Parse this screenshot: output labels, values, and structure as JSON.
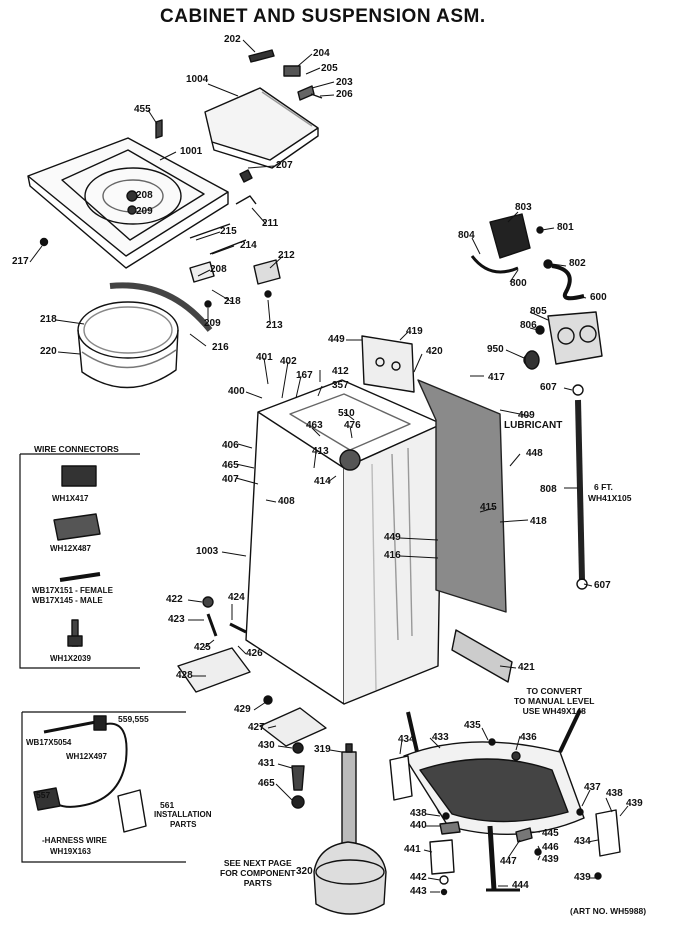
{
  "title": "CABINET AND SUSPENSION ASM.",
  "art_no": "(ART NO. WH5988)",
  "wire_connectors": {
    "title": "WIRE CONNECTORS",
    "items": [
      "WH1X417",
      "WH12X487",
      "WB17X151 - FEMALE",
      "WB17X145 - MALE",
      "WH1X2039"
    ]
  },
  "harness_box": {
    "wb": "WB17X5054",
    "wh": "WH12X497",
    "code": "559,555",
    "p557": "557",
    "p561": "561",
    "install": "INSTALLATION",
    "parts": "PARTS",
    "harness": "-HARNESS WIRE",
    "harness_no": "WH19X163"
  },
  "notes": {
    "lubricant": "LUBRICANT",
    "hose_len": "6 FT.",
    "hose_no": "WH41X105",
    "convert1": "TO CONVERT",
    "convert2": "TO MANUAL LEVEL",
    "convert3": "USE WH49X148",
    "next1": "SEE NEXT PAGE",
    "next2": "FOR COMPONENT",
    "next3": "PARTS"
  },
  "callouts": {
    "c202": "202",
    "c204": "204",
    "c205": "205",
    "c203": "203",
    "c206": "206",
    "c1004": "1004",
    "c455": "455",
    "c1001": "1001",
    "c207": "207",
    "c208a": "208",
    "c209a": "209",
    "c211": "211",
    "c215": "215",
    "c214": "214",
    "c212": "212",
    "c208b": "208",
    "c218a": "218",
    "c217": "217",
    "c213": "213",
    "c209b": "209",
    "c218b": "218",
    "c216": "216",
    "c220": "220",
    "c803": "803",
    "c801": "801",
    "c804": "804",
    "c802": "802",
    "c800": "800",
    "c600": "600",
    "c805": "805",
    "c806": "806",
    "c950": "950",
    "c449a": "449",
    "c419": "419",
    "c420": "420",
    "c401": "401",
    "c402": "402",
    "c167": "167",
    "c412": "412",
    "c357": "357",
    "c417": "417",
    "c400": "400",
    "c607a": "607",
    "c409": "409",
    "c510": "510",
    "c463": "463",
    "c476": "476",
    "c406": "406",
    "c413": "413",
    "c448": "448",
    "c465a": "465",
    "c407": "407",
    "c414": "414",
    "c808": "808",
    "c408": "408",
    "c415": "415",
    "c418": "418",
    "c449b": "449",
    "c416": "416",
    "c1003": "1003",
    "c607b": "607",
    "c422": "422",
    "c424": "424",
    "c423": "423",
    "c425": "425",
    "c426": "426",
    "c428": "428",
    "c421": "421",
    "c429": "429",
    "c427": "427",
    "c435": "435",
    "c434a": "434",
    "c433": "433",
    "c436": "436",
    "c430": "430",
    "c319": "319",
    "c431": "431",
    "c465b": "465",
    "c437": "437",
    "c438a": "438",
    "c439a": "439",
    "c438b": "438",
    "c440": "440",
    "c445": "445",
    "c446": "446",
    "c434b": "434",
    "c441": "441",
    "c447": "447",
    "c439b": "439",
    "c320": "320",
    "c442": "442",
    "c443": "443",
    "c444": "444",
    "c439c": "439"
  }
}
